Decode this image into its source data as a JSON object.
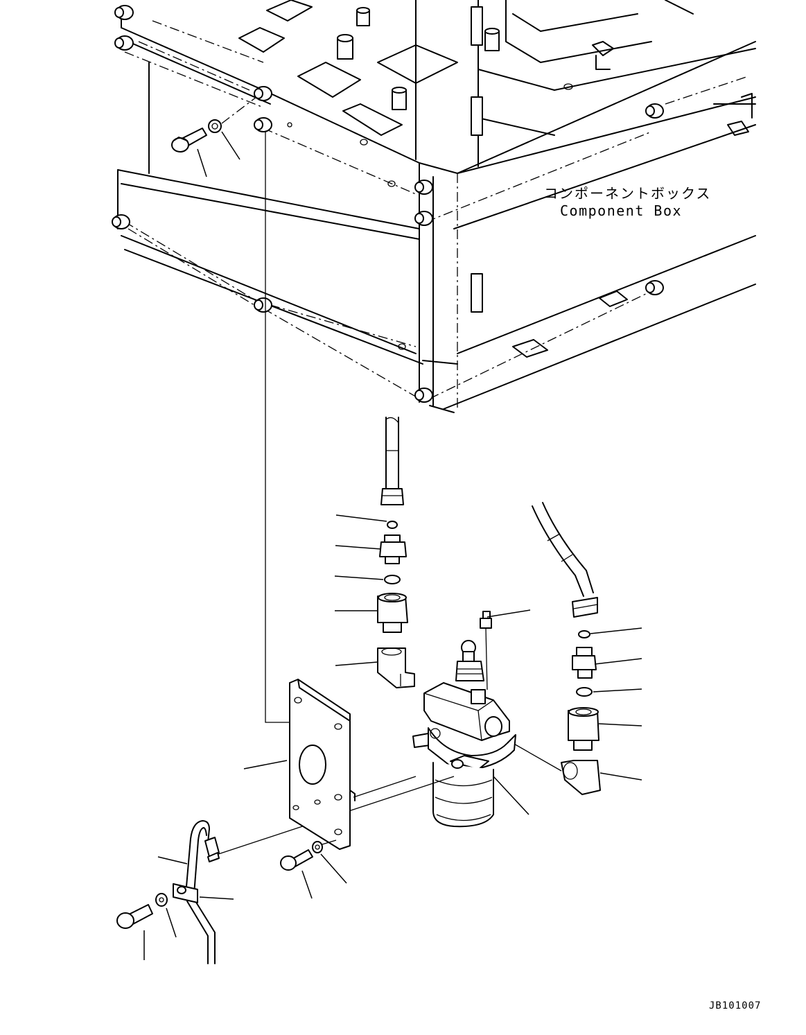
{
  "labels": {
    "component_box_jp": "コンポーネントボックス",
    "component_box_en": "Component Box",
    "drawing_code": "JB101007"
  },
  "colors": {
    "ink": "#000000",
    "paper": "#ffffff"
  }
}
